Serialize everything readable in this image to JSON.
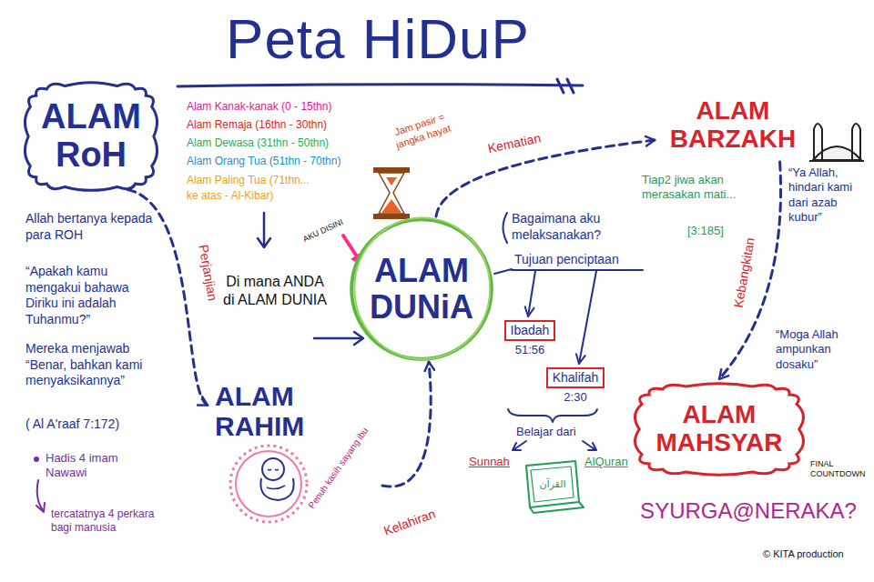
{
  "diagram": {
    "title": "Peta HiDuP",
    "nodes": [
      {
        "text": [
          "ALAM RoH"
        ]
      },
      {
        "text": [
          "ALAM RAHIM"
        ]
      },
      {
        "text": [
          "ALAM DUNiA"
        ]
      },
      {
        "text": [
          "Ibadah",
          "51:56"
        ]
      },
      {
        "text": [
          "Khalifah",
          "2:30"
        ]
      },
      {
        "text": [
          "ALAM BARZAKH"
        ]
      },
      {
        "text": [
          "ALAM MAHSYAR"
        ]
      }
    ],
    "edges": [
      {
        "from": 0,
        "to": 1,
        "label": "Perjanjian",
        "arrow": "to"
      },
      {
        "from": 1,
        "to": 2,
        "label": "Kelahiran",
        "arrow": "to"
      },
      {
        "from": 2,
        "to": 5,
        "label": "Kematian",
        "arrow": "to"
      },
      {
        "from": 5,
        "to": 6,
        "label": "Kebangkitan",
        "arrow": "to"
      }
    ],
    "labels": [
      "Alam Kanak-kanak (0 - 15thn)",
      "Alam Remaja (16thn - 30thn)",
      "Alam Dewasa (31thn - 50thn)",
      "Alam Orang Tua (51thn - 70thn)",
      "Alam Paling Tua (71thn... ke atas - Al-Kibar)",
      "Jam pasir = jangka hayat",
      "AKU DISINI",
      "Di mana ANDA di ALAM DUNIA",
      "Allah bertanya kepada para ROH",
      "“Apakah kamu mengakui bahawa Diriku ini adalah Tuhanmu?”",
      "Mereka menjawab “Benar, bahkan kami menyaksikannya”",
      "( Al A'raaf 7:172)",
      "Hadis 4 imam Nawawi",
      "tercatatnya 4 perkara bagi manusia",
      "Penuh kasih sayang ibu",
      "Bagaimana aku melaksanakan?",
      "Tujuan penciptaan",
      "Belajar dari",
      "Sunnah",
      "AlQuran",
      "القرآن",
      "Tiap2 jiwa akan merasakan mati...",
      "[3:185]",
      "“Ya Allah, hindari kami dari azab kubur”",
      "“Moga Allah ampunkan dosaku”",
      "FINAL COUNTDOWN",
      "SYURGA@NERAKA?",
      "© KITA production"
    ]
  }
}
